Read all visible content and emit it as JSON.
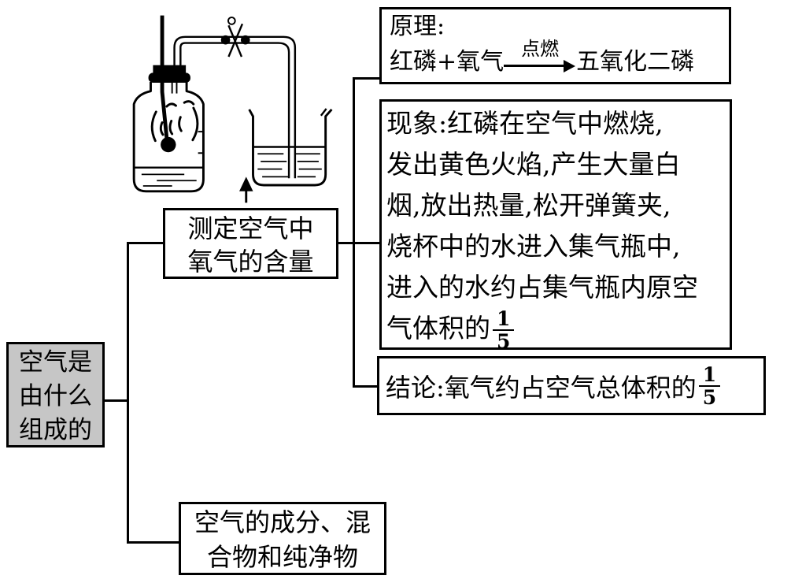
{
  "colors": {
    "ink": "#000000",
    "paper": "#ffffff",
    "root_box_fill": "#c6c6c6"
  },
  "root_box": {
    "lines": [
      "空气是",
      "由什么",
      "组成的"
    ]
  },
  "measure_box": {
    "lines": [
      "测定空气中",
      "氧气的含量"
    ]
  },
  "composition_box": {
    "lines": [
      "空气的成分、混",
      "合物和纯净物"
    ]
  },
  "principle_box": {
    "label": "原理:",
    "reactants": "红磷+氧气",
    "condition": "点燃",
    "product": "五氧化二磷"
  },
  "phenomenon_box": {
    "lines": [
      "现象:红磷在空气中燃烧,",
      "发出黄色火焰,产生大量白",
      "烟,放出热量,松开弹簧夹,",
      "烧杯中的水进入集气瓶中,",
      "进入的水约占集气瓶内原空",
      "气体积的"
    ],
    "fraction": {
      "num": "1",
      "den": "5"
    }
  },
  "conclusion_box": {
    "text": "结论:氧气约占空气总体积的",
    "fraction": {
      "num": "1",
      "den": "5"
    }
  },
  "apparatus": {
    "icons": [
      "gas-jar",
      "rubber-stopper",
      "combustion-spoon",
      "delivery-tube",
      "spring-clamp",
      "beaker",
      "water",
      "up-arrow"
    ]
  }
}
